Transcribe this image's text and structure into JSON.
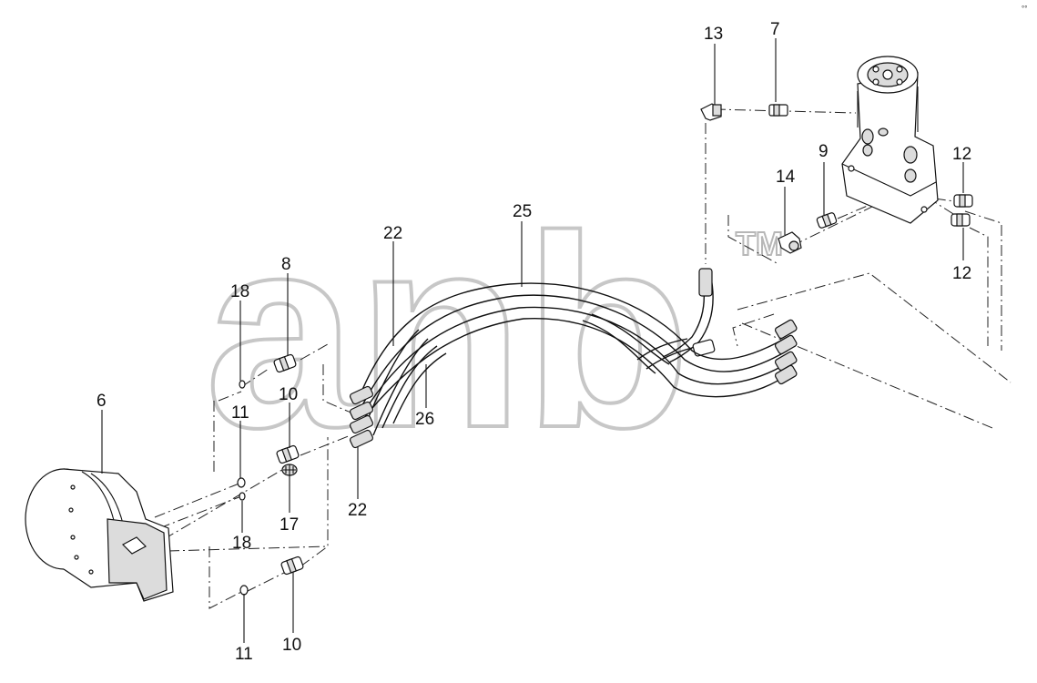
{
  "diagram": {
    "callouts": {
      "c13": "13",
      "c7": "7",
      "c9": "9",
      "c14": "14",
      "c12a": "12",
      "c12b": "12",
      "c25": "25",
      "c22a": "22",
      "c8": "8",
      "c18a": "18",
      "c6": "6",
      "c10a": "10",
      "c11a": "11",
      "c26": "26",
      "c17": "17",
      "c18b": "18",
      "c22b": "22",
      "c10b": "10",
      "c11b": "11"
    },
    "watermark": {
      "text": "anb",
      "trademark": "TM"
    },
    "corner_mark": "°°"
  },
  "colors": {
    "ink": "#111111",
    "watermark_outline": "#9a9a9a",
    "part_shade": "#dcdcdc",
    "background": "#ffffff"
  }
}
